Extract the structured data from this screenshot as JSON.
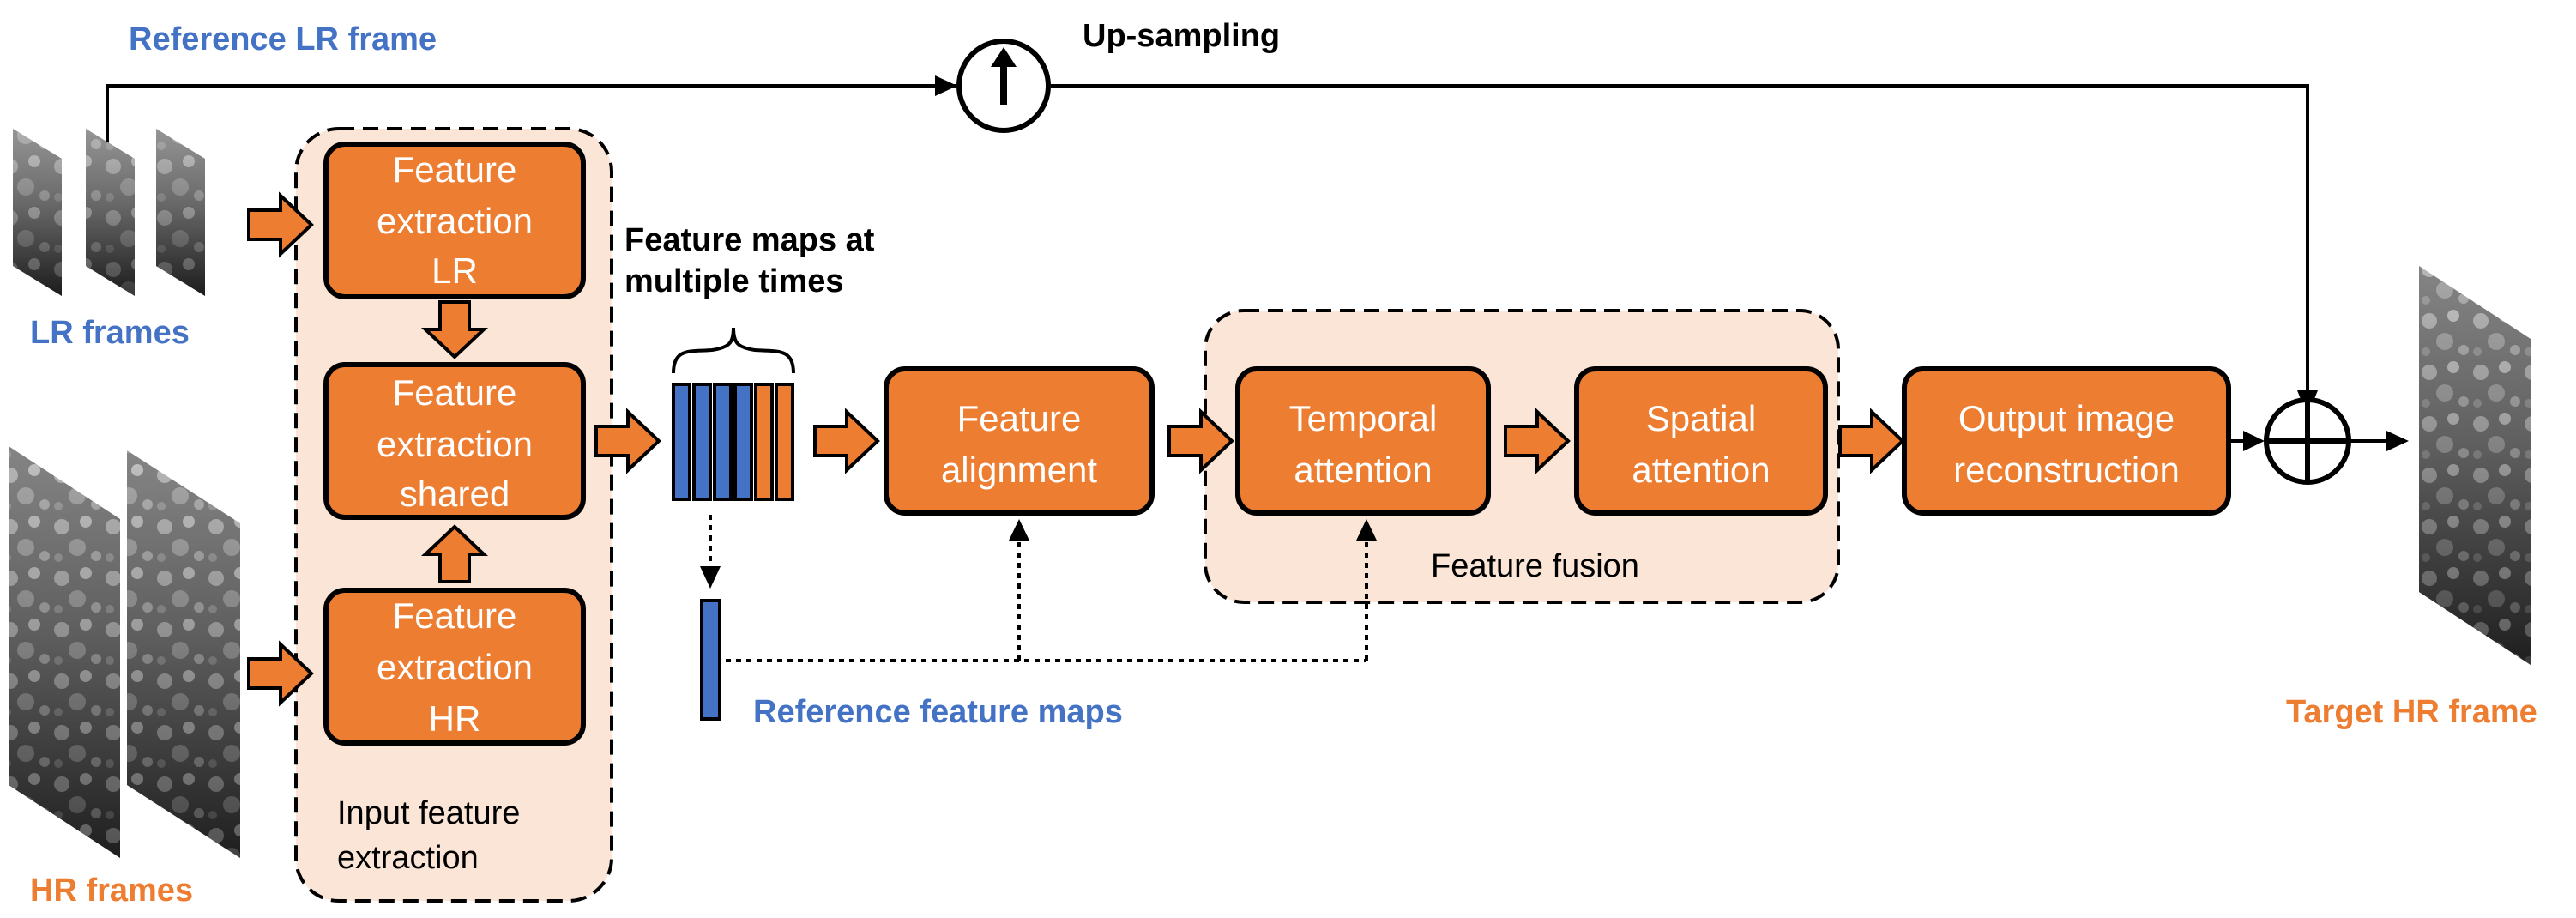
{
  "colors": {
    "orange": "#ED7D31",
    "orange_light": "#FBE5D6",
    "blue": "#4472C4",
    "black": "#000000"
  },
  "labels": {
    "reference_lr_frame": "Reference LR frame",
    "up_sampling": "Up-sampling",
    "lr_frames": "LR frames",
    "hr_frames": "HR frames",
    "feature_maps_line1": "Feature maps at",
    "feature_maps_line2": "multiple times",
    "reference_feature_maps": "Reference feature maps",
    "feature_fusion": "Feature fusion",
    "input_feature_line1": "Input feature",
    "input_feature_line2": "extraction",
    "target_hr_frame": "Target HR frame"
  },
  "boxes": {
    "fe_lr": [
      "Feature",
      "extraction",
      "LR"
    ],
    "fe_shared": [
      "Feature",
      "extraction",
      "shared"
    ],
    "fe_hr": [
      "Feature",
      "extraction",
      "HR"
    ],
    "alignment": [
      "Feature",
      "alignment"
    ],
    "temporal": [
      "Temporal",
      "attention"
    ],
    "spatial": [
      "Spatial",
      "attention"
    ],
    "output": [
      "Output image",
      "reconstruction"
    ]
  },
  "icons": {
    "upsample": "up-arrow-circle-icon",
    "sum": "circle-plus-icon"
  }
}
